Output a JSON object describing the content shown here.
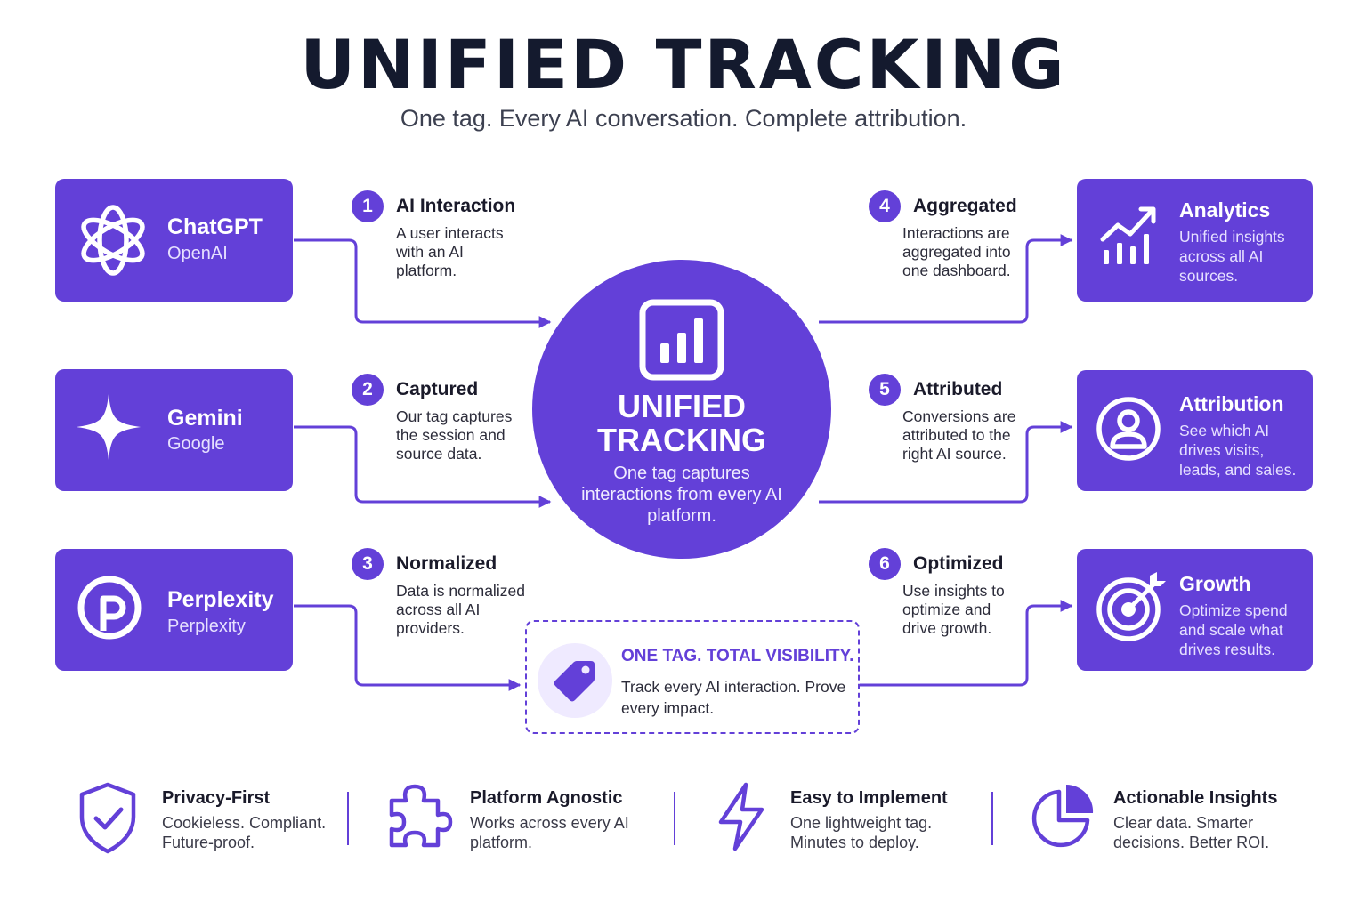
{
  "header": {
    "title": "UNIFIED TRACKING",
    "subtitle": "One tag. Every AI conversation. Complete attribution."
  },
  "sources": [
    {
      "name": "ChatGPT",
      "provider": "OpenAI",
      "icon": "openai-icon"
    },
    {
      "name": "Gemini",
      "provider": "Google",
      "icon": "gemini-sparkle-icon"
    },
    {
      "name": "Perplexity",
      "provider": "Perplexity",
      "icon": "perplexity-icon"
    }
  ],
  "steps": [
    {
      "number": "1",
      "title": "AI Interaction",
      "description": "A user interacts with an AI platform."
    },
    {
      "number": "2",
      "title": "Captured",
      "description": "Our tag captures the session and source data."
    },
    {
      "number": "3",
      "title": "Normalized",
      "description": "Data is normalized across all AI providers."
    },
    {
      "number": "4",
      "title": "Aggregated",
      "description": "Interactions are aggregated into one dashboard."
    },
    {
      "number": "5",
      "title": "Attributed",
      "description": "Conversions are attributed to the right AI source."
    },
    {
      "number": "6",
      "title": "Optimized",
      "description": "Use insights to optimize and drive growth."
    }
  ],
  "hub": {
    "title": "UNIFIED TRACKING",
    "description": "One tag captures interactions from every AI platform.",
    "icon": "bar-chart-icon"
  },
  "tag_box": {
    "title": "ONE TAG. TOTAL VISIBILITY.",
    "description": "Track every AI interaction. Prove every impact.",
    "icon": "tag-icon"
  },
  "outcomes": [
    {
      "title": "Analytics",
      "description": "Unified insights across all AI sources.",
      "icon": "trend-chart-icon"
    },
    {
      "title": "Attribution",
      "description": "See which AI drives visits, leads, and sales.",
      "icon": "user-icon"
    },
    {
      "title": "Growth",
      "description": "Optimize spend and scale what drives results.",
      "icon": "target-icon"
    }
  ],
  "features": [
    {
      "title": "Privacy-First",
      "description": "Cookieless. Compliant. Future-proof.",
      "icon": "shield-check-icon"
    },
    {
      "title": "Platform Agnostic",
      "description": "Works across every AI platform.",
      "icon": "puzzle-icon"
    },
    {
      "title": "Easy to Implement",
      "description": "One lightweight tag. Minutes to deploy.",
      "icon": "lightning-icon"
    },
    {
      "title": "Actionable Insights",
      "description": "Clear data. Smarter decisions. Better ROI.",
      "icon": "pie-chart-icon"
    }
  ],
  "colors": {
    "accent": "#6340d8",
    "title": "#141a2e",
    "background": "#ffffff"
  }
}
